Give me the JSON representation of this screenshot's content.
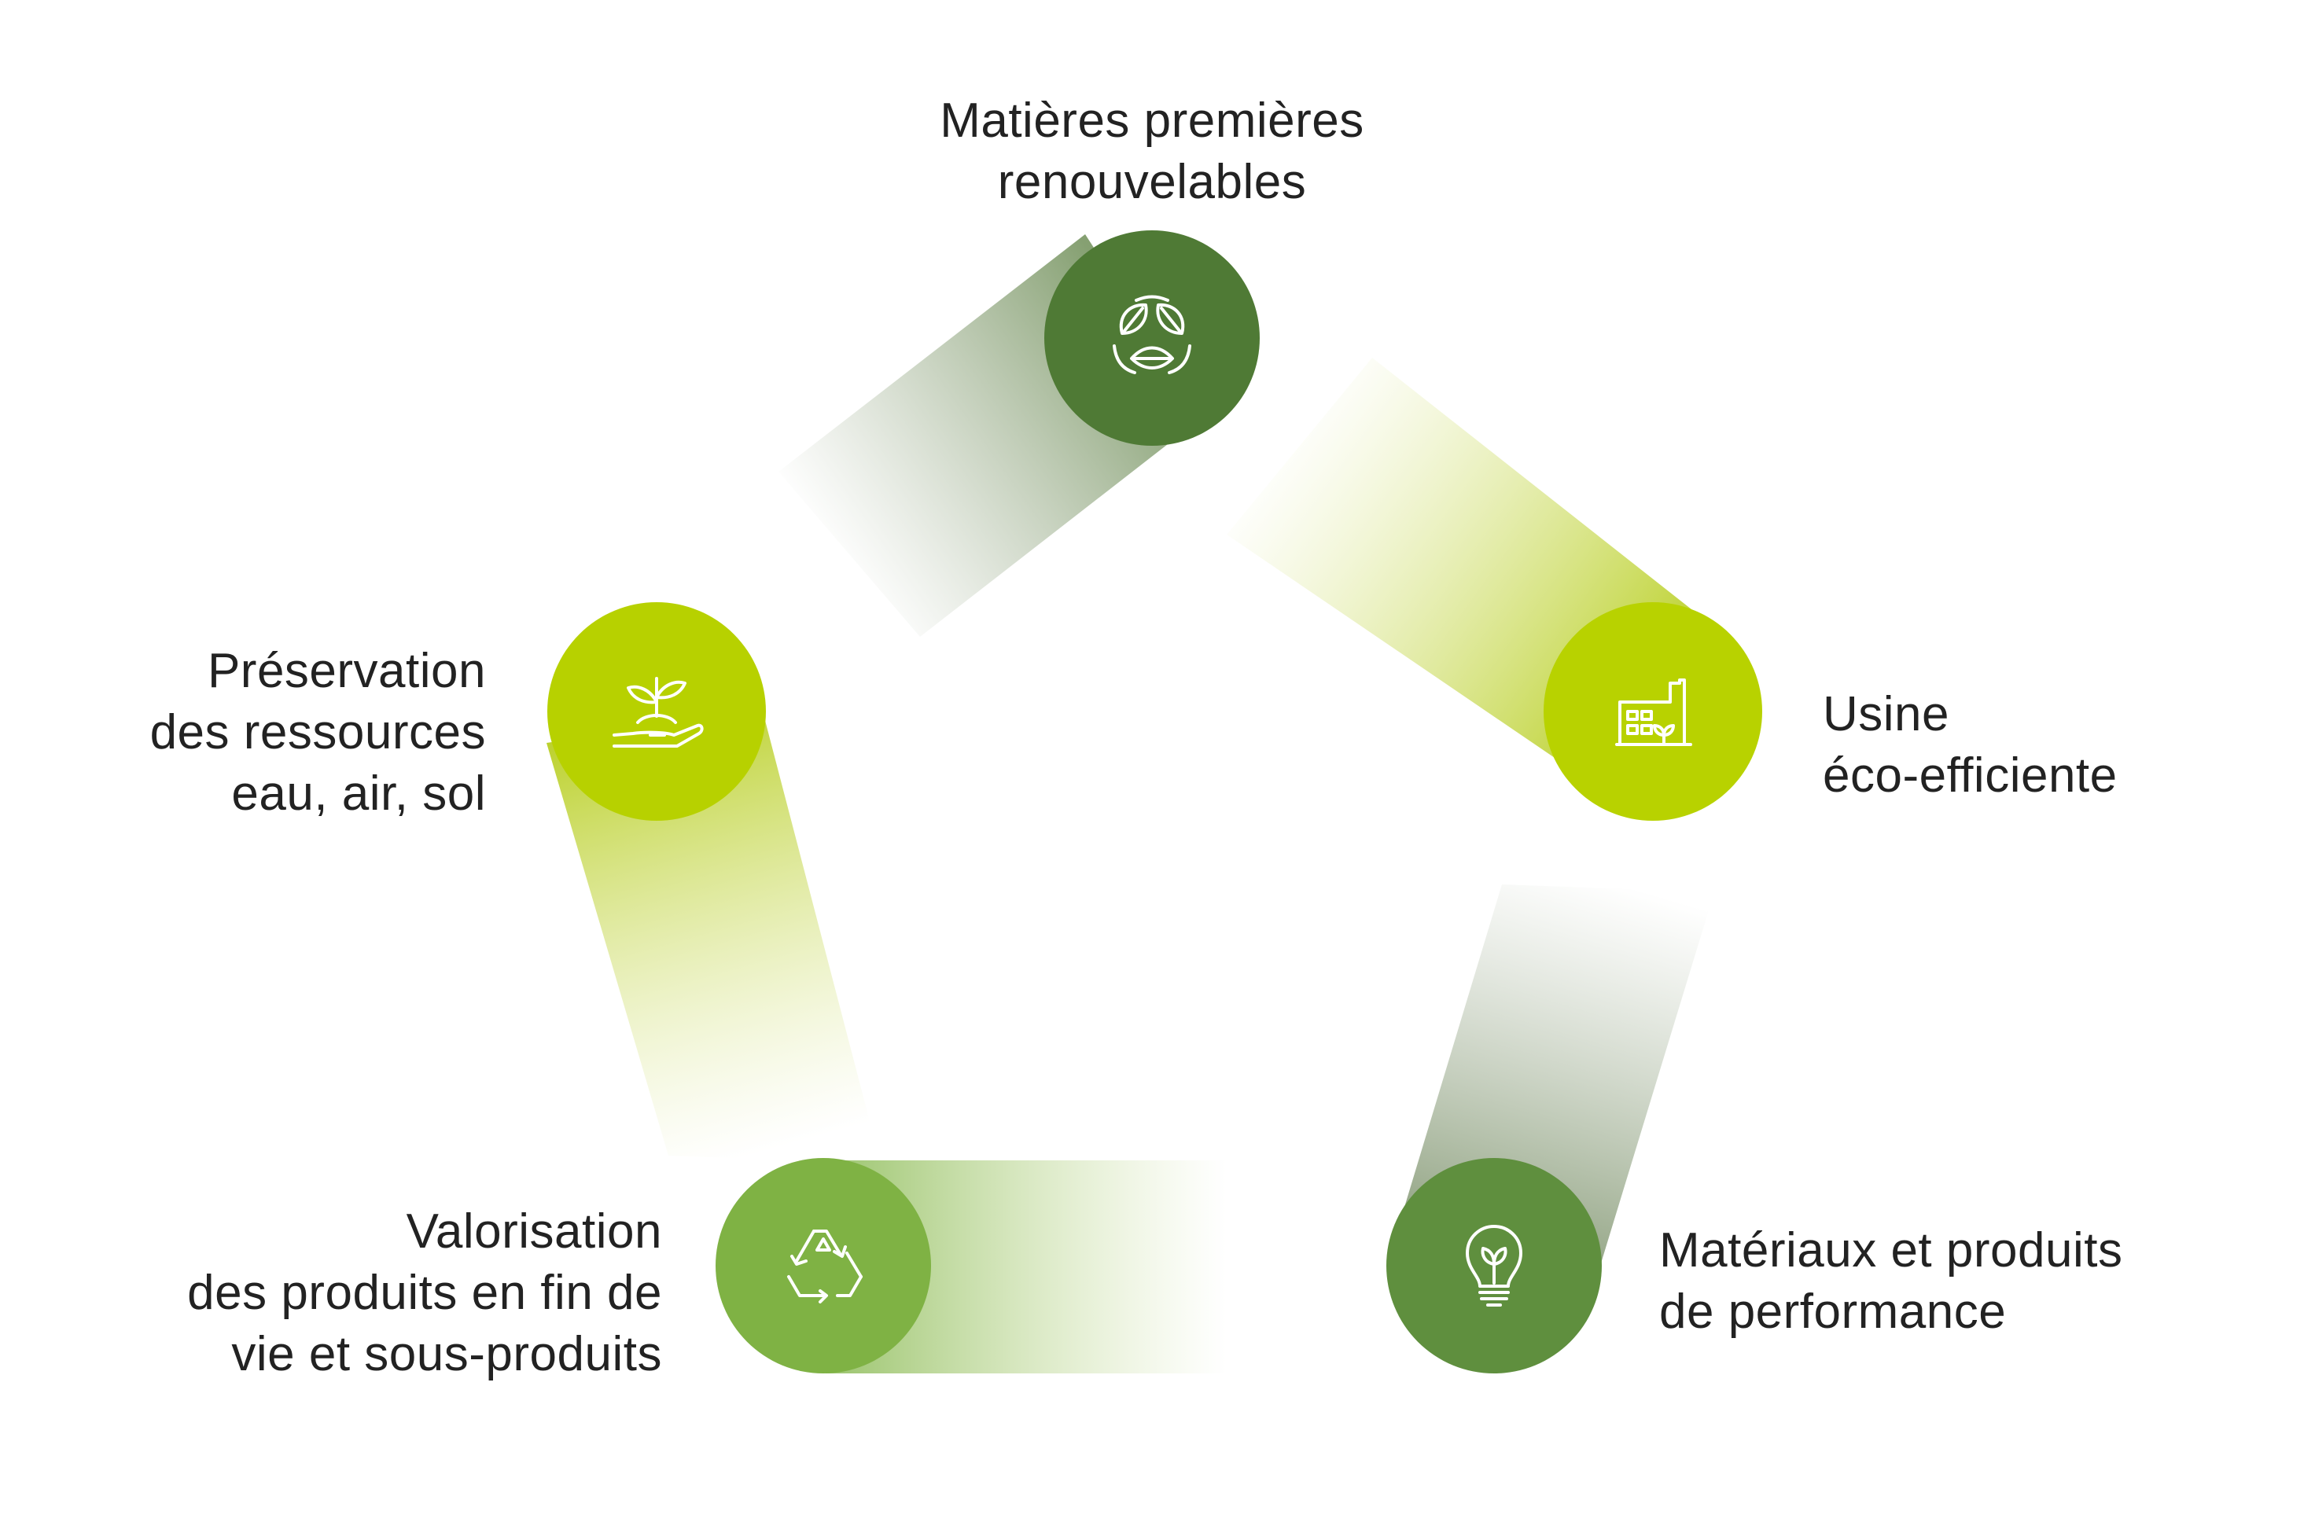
{
  "nodes": [
    {
      "id": "matieres",
      "label_lines": [
        "Matières premières",
        "renouvelables"
      ],
      "color": "#4f7a35",
      "icon": "leaves-cycle-icon"
    },
    {
      "id": "usine",
      "label_lines": [
        "Usine",
        "éco-efficiente"
      ],
      "color": "#b8d200",
      "icon": "factory-plant-icon"
    },
    {
      "id": "materiaux",
      "label_lines": [
        "Matériaux et produits",
        "de performance"
      ],
      "color": "#5f8f3e",
      "icon": "lightbulb-sprout-icon"
    },
    {
      "id": "valorisation",
      "label_lines": [
        "Valorisation",
        "des produits en fin de",
        "vie et sous-produits"
      ],
      "color": "#7fb244",
      "icon": "recycle-icon"
    },
    {
      "id": "preservation",
      "label_lines": [
        "Préservation",
        "des ressources",
        "eau, air, sol"
      ],
      "color": "#b7d100",
      "icon": "hand-sprout-icon"
    }
  ],
  "colors": {
    "dark_green": "#4f7a35",
    "lime": "#b8d200",
    "mid_green": "#7fb244",
    "trail_light": "#c9dc6a",
    "trail_dark": "#8fa27d",
    "text": "#222222",
    "icon_stroke": "#ffffff"
  }
}
